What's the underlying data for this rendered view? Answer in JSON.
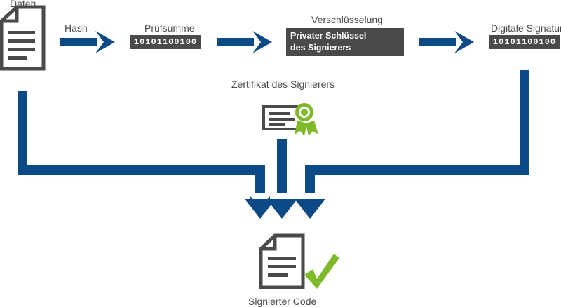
{
  "nodes": {
    "data_label": "Daten",
    "hash_label": "Hash",
    "checksum_label": "Prüfsumme",
    "checksum_bits": "10101100100",
    "encryption_label": "Verschlüsselung",
    "private_key_line1": "Privater Schlüssel",
    "private_key_line2": "des Signierers",
    "signature_label": "Digitale Signatur",
    "signature_bits": "10101100100",
    "certificate_label": "Zertifikat des Signierers",
    "signed_code_label": "Signierter Code"
  },
  "colors": {
    "flow_blue": "#0b4a86",
    "icon_gray": "#4a4a4a",
    "check_green": "#7fba2a",
    "text_gray": "#4a4a4a"
  }
}
